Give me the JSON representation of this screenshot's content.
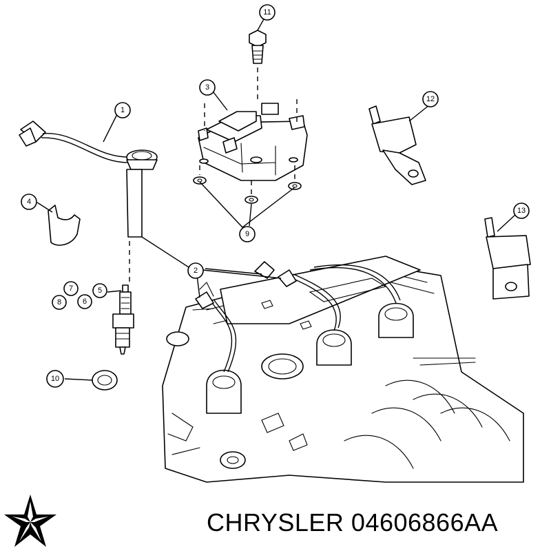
{
  "diagram": {
    "callouts": [
      {
        "id": "c1",
        "label": "1"
      },
      {
        "id": "c2",
        "label": "2"
      },
      {
        "id": "c3",
        "label": "3"
      },
      {
        "id": "c4",
        "label": "4"
      },
      {
        "id": "c5",
        "label": "5"
      },
      {
        "id": "c6",
        "label": "6"
      },
      {
        "id": "c7",
        "label": "7"
      },
      {
        "id": "c8",
        "label": "8"
      },
      {
        "id": "c9",
        "label": "9"
      },
      {
        "id": "c10",
        "label": "10"
      },
      {
        "id": "c11",
        "label": "11"
      },
      {
        "id": "c12",
        "label": "12"
      },
      {
        "id": "c13",
        "label": "13"
      }
    ]
  },
  "footer": {
    "brand": "CHRYSLER",
    "part_number": "04606866AA",
    "logo_icon": "pentastar-icon"
  },
  "colors": {
    "line": "#000000",
    "background": "#ffffff"
  }
}
